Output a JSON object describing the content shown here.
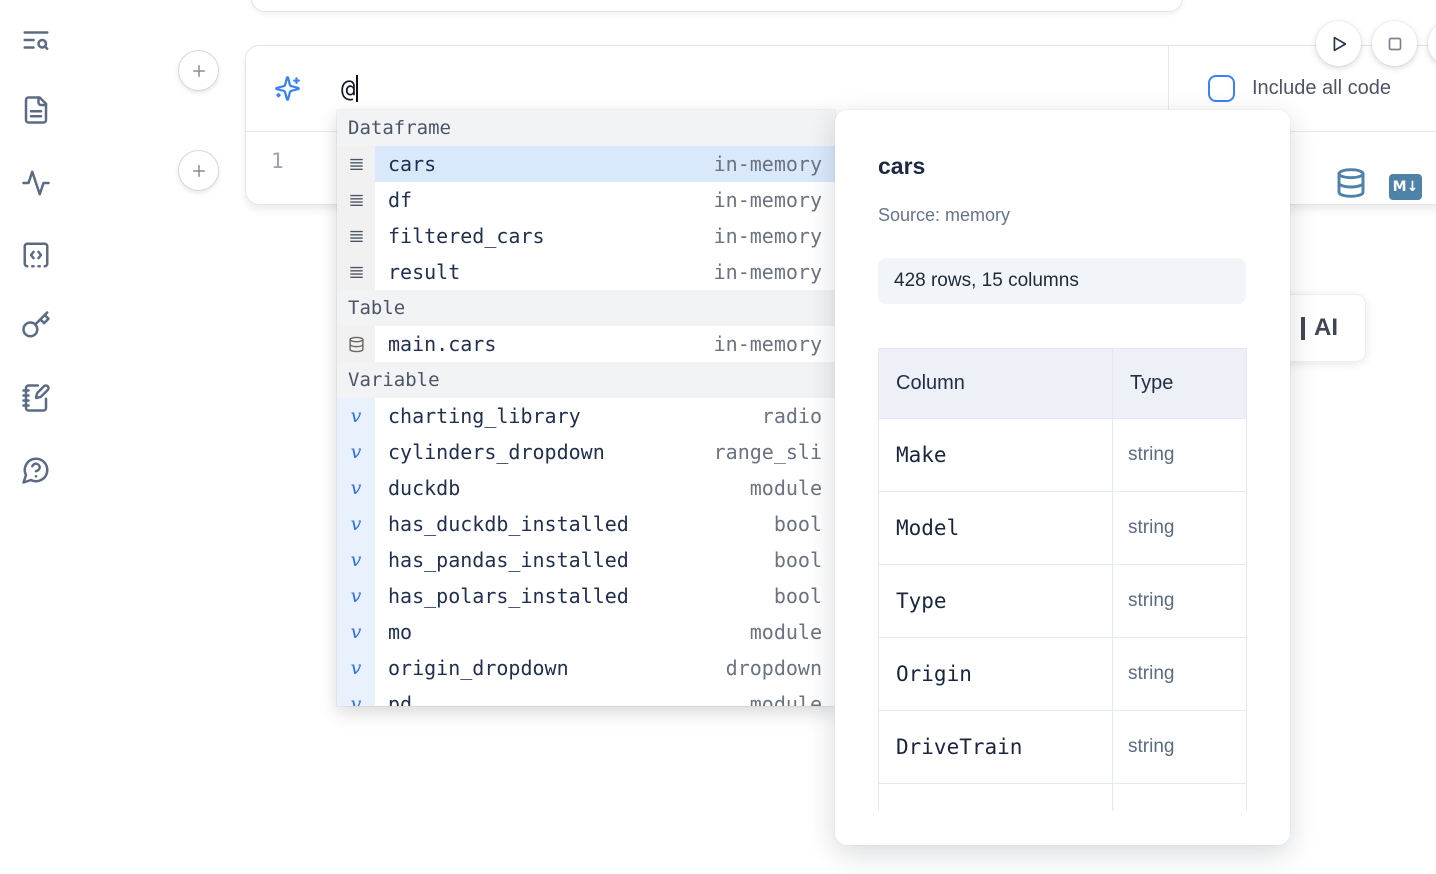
{
  "colors": {
    "accent_blue": "#3b82f6",
    "steel_blue": "#4e82a9",
    "selection_blue": "#d9e9fb",
    "icon_slate": "#5b6b86"
  },
  "sidebar": {
    "items": [
      {
        "icon": "list-search-icon"
      },
      {
        "icon": "file-text-icon"
      },
      {
        "icon": "activity-icon"
      },
      {
        "icon": "code-square-icon"
      },
      {
        "icon": "key-icon"
      },
      {
        "icon": "notebook-pen-icon"
      },
      {
        "icon": "help-circle-icon"
      }
    ]
  },
  "prompt": {
    "value": "@",
    "include_all_code_label": "Include all code",
    "include_all_code_checked": false
  },
  "cell": {
    "line_number": "1",
    "markdown_badge": "M↓"
  },
  "ai_button": {
    "label": "AI"
  },
  "autocomplete": {
    "entries": [
      {
        "kind": "header",
        "label": "Dataframe"
      },
      {
        "kind": "item",
        "icon": "rows",
        "name": "cars",
        "type": "in-memory",
        "selected": true
      },
      {
        "kind": "item",
        "icon": "rows",
        "name": "df",
        "type": "in-memory"
      },
      {
        "kind": "item",
        "icon": "rows",
        "name": "filtered_cars",
        "type": "in-memory"
      },
      {
        "kind": "item",
        "icon": "rows",
        "name": "result",
        "type": "in-memory"
      },
      {
        "kind": "header",
        "label": "Table"
      },
      {
        "kind": "item",
        "icon": "database",
        "name": "main.cars",
        "type": "in-memory"
      },
      {
        "kind": "header",
        "label": "Variable"
      },
      {
        "kind": "item",
        "icon": "var",
        "name": "charting_library",
        "type": "radio"
      },
      {
        "kind": "item",
        "icon": "var",
        "name": "cylinders_dropdown",
        "type": "range_sli"
      },
      {
        "kind": "item",
        "icon": "var",
        "name": "duckdb",
        "type": "module"
      },
      {
        "kind": "item",
        "icon": "var",
        "name": "has_duckdb_installed",
        "type": "bool"
      },
      {
        "kind": "item",
        "icon": "var",
        "name": "has_pandas_installed",
        "type": "bool"
      },
      {
        "kind": "item",
        "icon": "var",
        "name": "has_polars_installed",
        "type": "bool"
      },
      {
        "kind": "item",
        "icon": "var",
        "name": "mo",
        "type": "module"
      },
      {
        "kind": "item",
        "icon": "var",
        "name": "origin_dropdown",
        "type": "dropdown"
      },
      {
        "kind": "item",
        "icon": "var",
        "name": "pd",
        "type": "module"
      }
    ]
  },
  "preview": {
    "title": "cars",
    "source": "Source: memory",
    "shape": "428 rows, 15 columns",
    "table": {
      "headers": [
        "Column",
        "Type"
      ],
      "rows": [
        [
          "Make",
          "string"
        ],
        [
          "Model",
          "string"
        ],
        [
          "Type",
          "string"
        ],
        [
          "Origin",
          "string"
        ],
        [
          "DriveTrain",
          "string"
        ]
      ]
    }
  }
}
